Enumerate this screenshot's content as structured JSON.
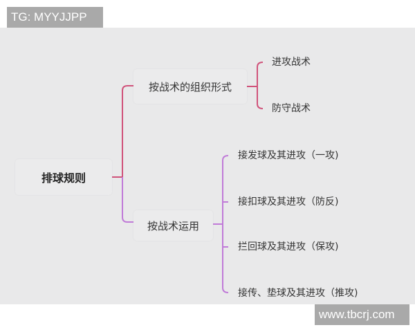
{
  "watermarks": {
    "top_left": "TG: MYYJJPP",
    "bottom_right": "www.tbcrj.com"
  },
  "colors": {
    "panel": "#e9e9ea",
    "branch_top": "#d0527a",
    "branch_bottom": "#c07ad8"
  },
  "mindmap": {
    "root": "排球规则",
    "branches": [
      {
        "label": "按战术的组织形式",
        "children": [
          "进攻战术",
          "防守战术"
        ]
      },
      {
        "label": "按战术运用",
        "children": [
          "接发球及其进攻（一攻)",
          "接扣球及其进攻（防反)",
          "拦回球及其进攻（保攻)",
          "接传、垫球及其进攻（推攻)"
        ]
      }
    ]
  }
}
